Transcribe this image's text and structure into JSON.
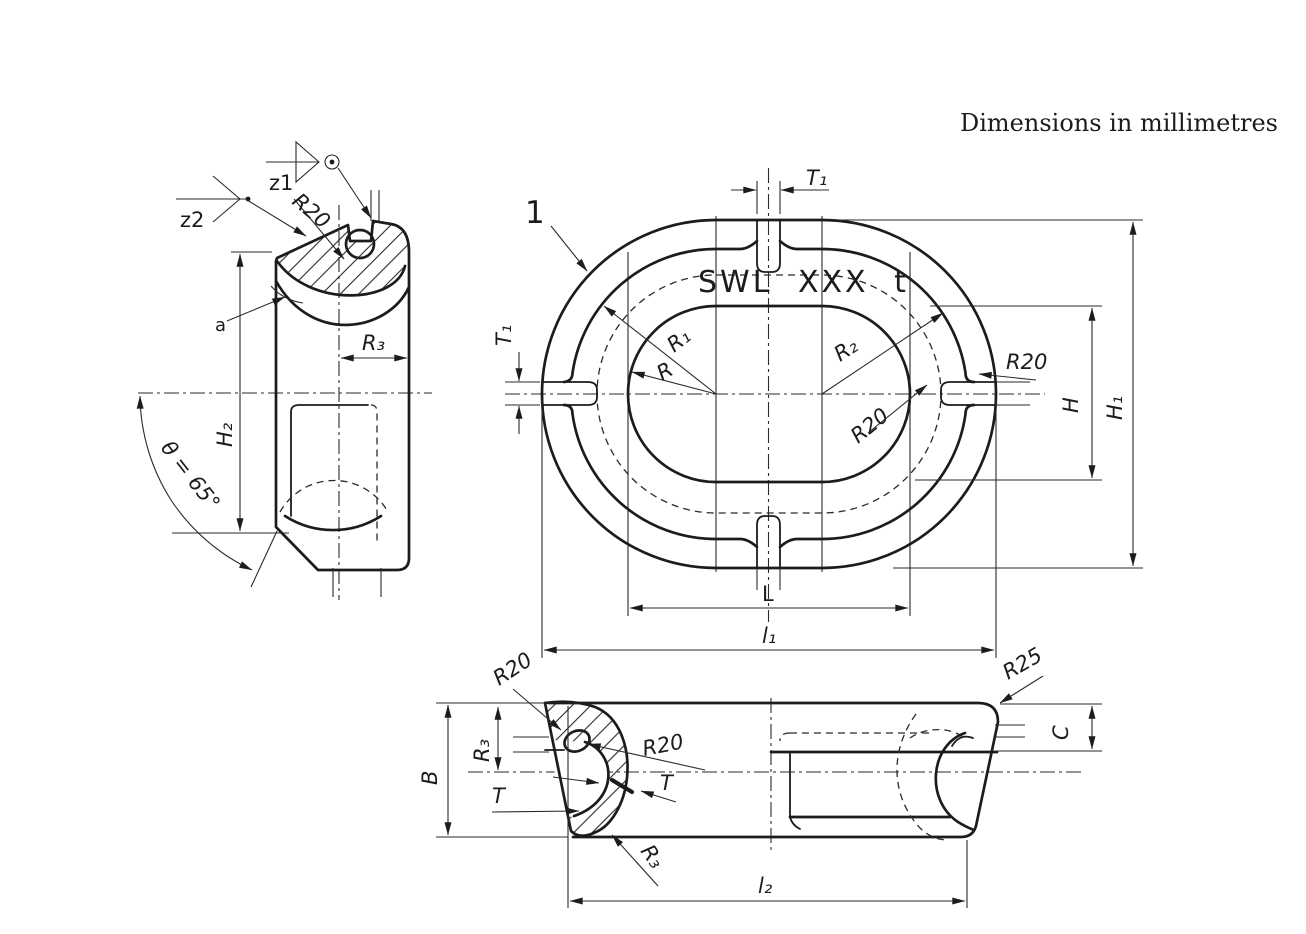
{
  "note": "Dimensions in millimetres",
  "side": {
    "z1": "z1",
    "z2": "z2",
    "r20": "R20",
    "a": "a",
    "r3": "R₃",
    "h2": "H₂",
    "theta": "θ = 65°"
  },
  "front": {
    "item": "1",
    "t1_top": "T₁",
    "t1_left": "T₁",
    "marking": "SWL XXX t",
    "r1": "R₁",
    "r": "R",
    "r2": "R₂",
    "r20_inner": "R20",
    "r20_outer": "R20",
    "h": "H",
    "h1": "H₁",
    "l": "L",
    "l1": "l₁"
  },
  "plan": {
    "r20_top": "R20",
    "r20_mid": "R20",
    "r3_left": "R₃",
    "r3_bottom": "R₃",
    "b": "B",
    "t_left": "T",
    "t_right": "T",
    "r25": "R25",
    "c": "C",
    "l2": "l₂"
  }
}
